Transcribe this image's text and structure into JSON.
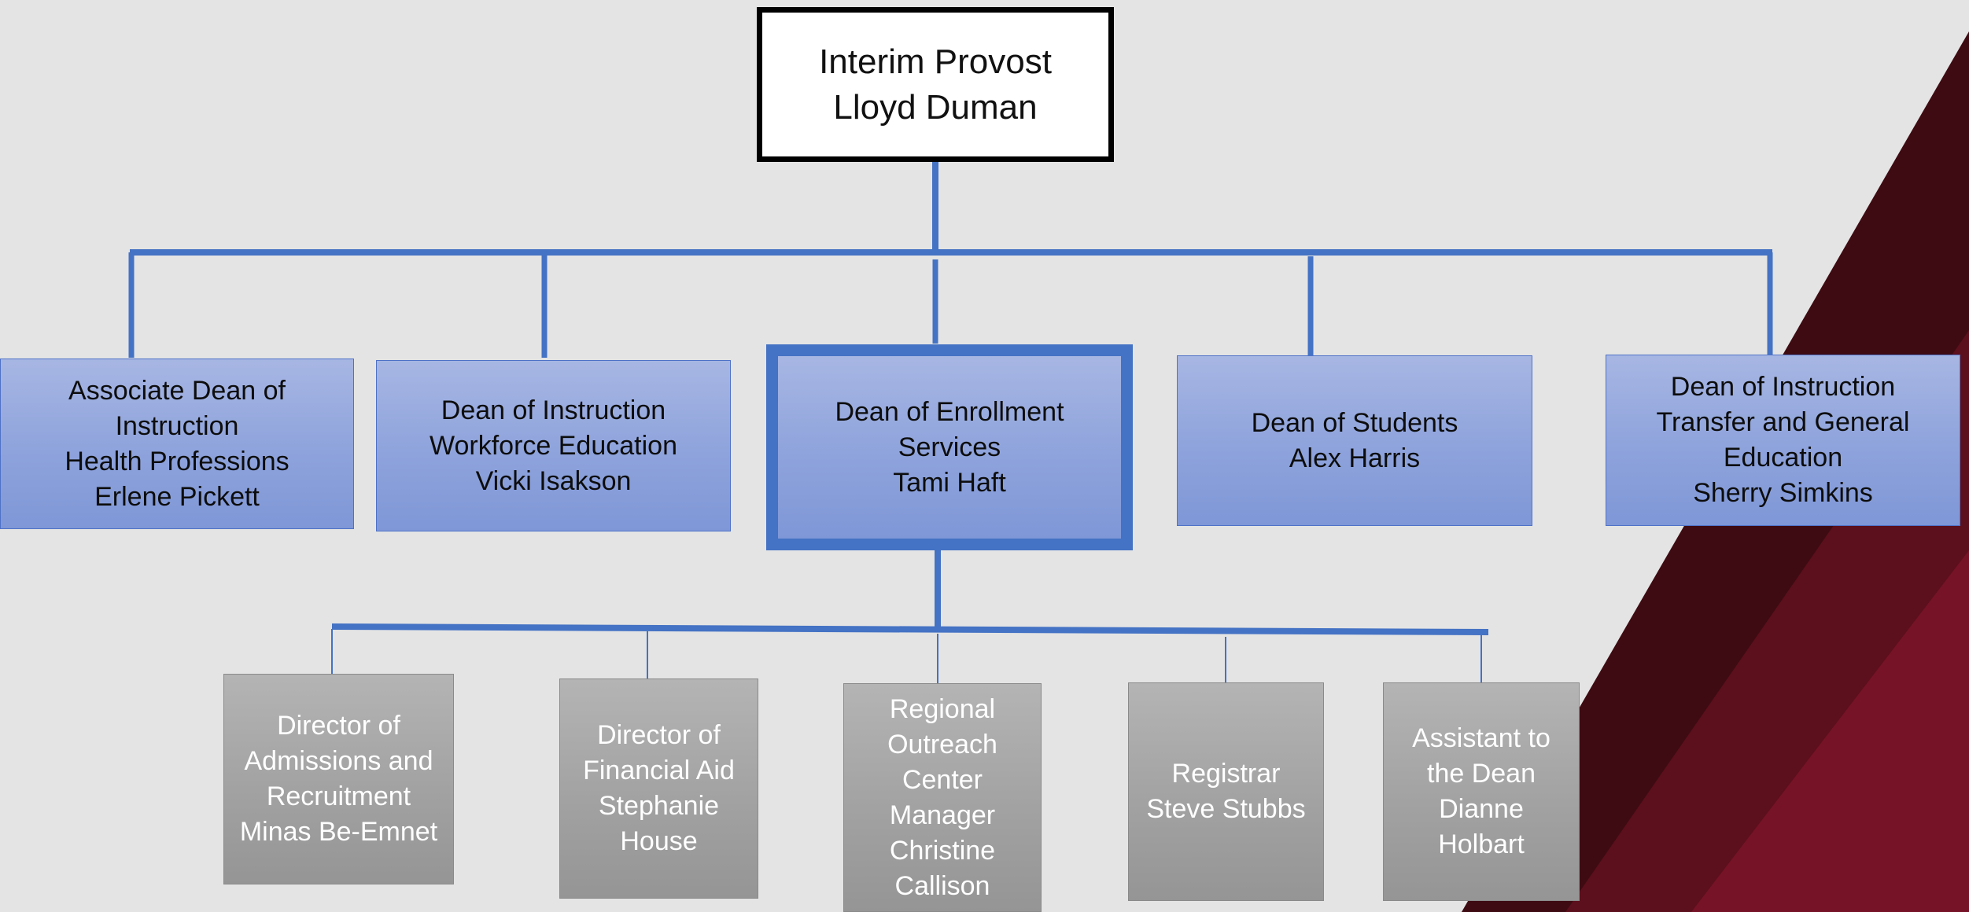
{
  "colors": {
    "background": "#e4e4e4",
    "connector": "#4472c4",
    "level1_fill": "#8ea3dc",
    "level2_fill": "#a2a2a2",
    "accent_dark_1": "#3e0b12",
    "accent_dark_2": "#5c0f1c",
    "accent_dark_3": "#771326"
  },
  "top": {
    "title": "Interim Provost",
    "name": "Lloyd Duman"
  },
  "deans": [
    {
      "text": "Associate Dean of\nInstruction\nHealth Professions\nErlene Pickett"
    },
    {
      "text": "Dean of Instruction\nWorkforce Education\nVicki Isakson"
    },
    {
      "text": "Dean of Enrollment\nServices\nTami Haft"
    },
    {
      "text": "Dean of Students\nAlex Harris"
    },
    {
      "text": "Dean of Instruction\nTransfer and General\nEducation\nSherry Simkins"
    }
  ],
  "enrollment_staff": [
    {
      "text": "Director of\nAdmissions and\nRecruitment\nMinas Be-Emnet"
    },
    {
      "text": "Director of\nFinancial Aid\nStephanie\nHouse"
    },
    {
      "text": "Regional\nOutreach\nCenter\nManager\nChristine\nCallison"
    },
    {
      "text": "Registrar\nSteve Stubbs"
    },
    {
      "text": "Assistant to\nthe Dean\nDianne\nHolbart"
    }
  ]
}
